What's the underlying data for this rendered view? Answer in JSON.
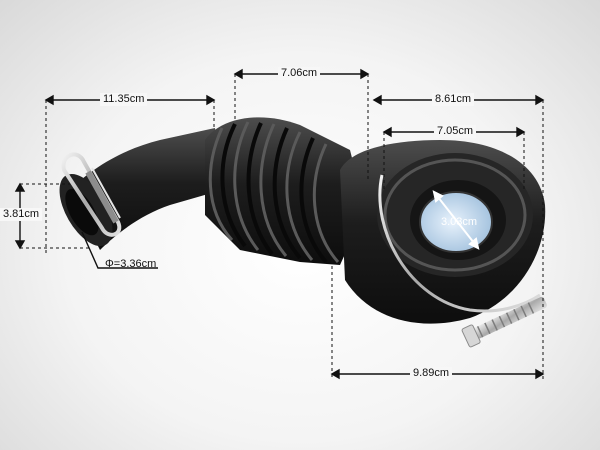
{
  "photo": {
    "subject_icon": "drain-hose-icon",
    "colors": {
      "rubber": "#1b1b1b",
      "rubber_highlight": "#4a4a4a",
      "metal": "#c8c8c8",
      "lens": "#cfe3f5",
      "background": "#f2f2f2"
    }
  },
  "dimensions": {
    "left_length": "11.35cm",
    "bellows_length": "7.06cm",
    "outer_width": "8.61cm",
    "inner_width": "7.05cm",
    "inlet_height": "3.81cm",
    "inner_diameter_center": "3.03cm",
    "bottom_length": "9.89cm",
    "inlet_diameter": "Φ=3.36cm"
  }
}
